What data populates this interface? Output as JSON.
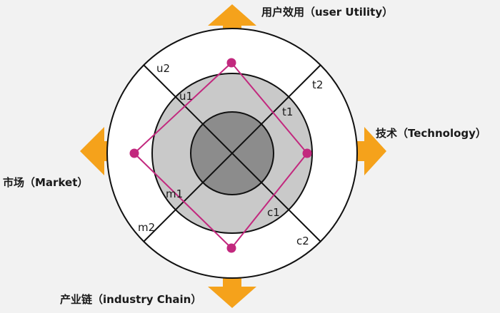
{
  "axes": {
    "top": "用户效用（user Utility）",
    "right": "技术（Technology）",
    "left": "市场（Market）",
    "bottom": "产业链（industry Chain）"
  },
  "rings": {
    "u1": "u1",
    "u2": "u2",
    "t1": "t1",
    "t2": "t2",
    "m1": "m1",
    "m2": "m2",
    "c1": "c1",
    "c2": "c2"
  },
  "colors": {
    "arrow": "#f5a21b",
    "polygon": "#c2287e",
    "outer_ring": "#ffffff",
    "middle_ring": "#c9c9c9",
    "inner_circle": "#8c8c8c",
    "background": "#f2f2f2"
  }
}
